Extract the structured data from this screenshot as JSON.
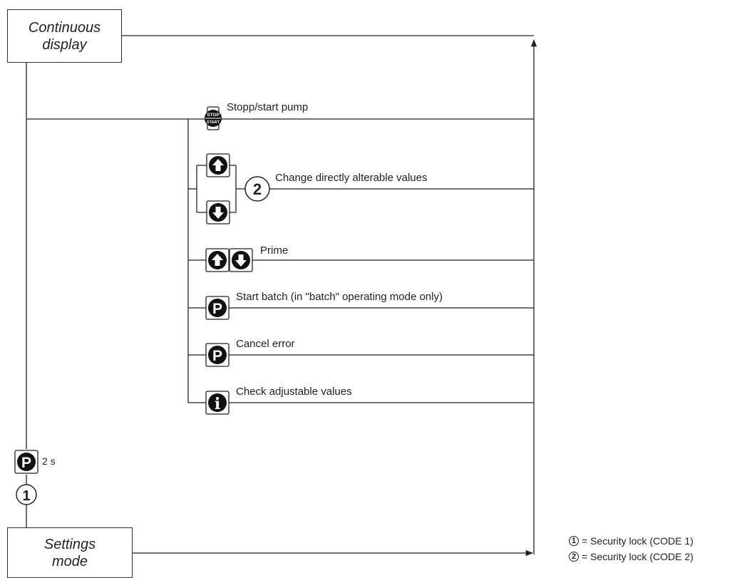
{
  "boxes": {
    "continuous": [
      "Continuous",
      "display"
    ],
    "settings": [
      "Settings",
      "mode"
    ]
  },
  "actions": {
    "stop_start": "Stopp/start pump",
    "change_values": "Change directly alterable values",
    "prime": "Prime",
    "start_batch": "Start batch (in \"batch\" operating mode only)",
    "cancel_error": "Cancel error",
    "check_values": "Check adjustable values"
  },
  "keys": {
    "stop_top": "STOP",
    "stop_bottom": "START",
    "p": "P",
    "info": "i"
  },
  "hold_time": "2 s",
  "locks": {
    "lock1_num": "1",
    "lock2_num": "2"
  },
  "legend": {
    "lock1": "= Security lock (CODE 1)",
    "lock2": "= Security lock (CODE 2)"
  }
}
